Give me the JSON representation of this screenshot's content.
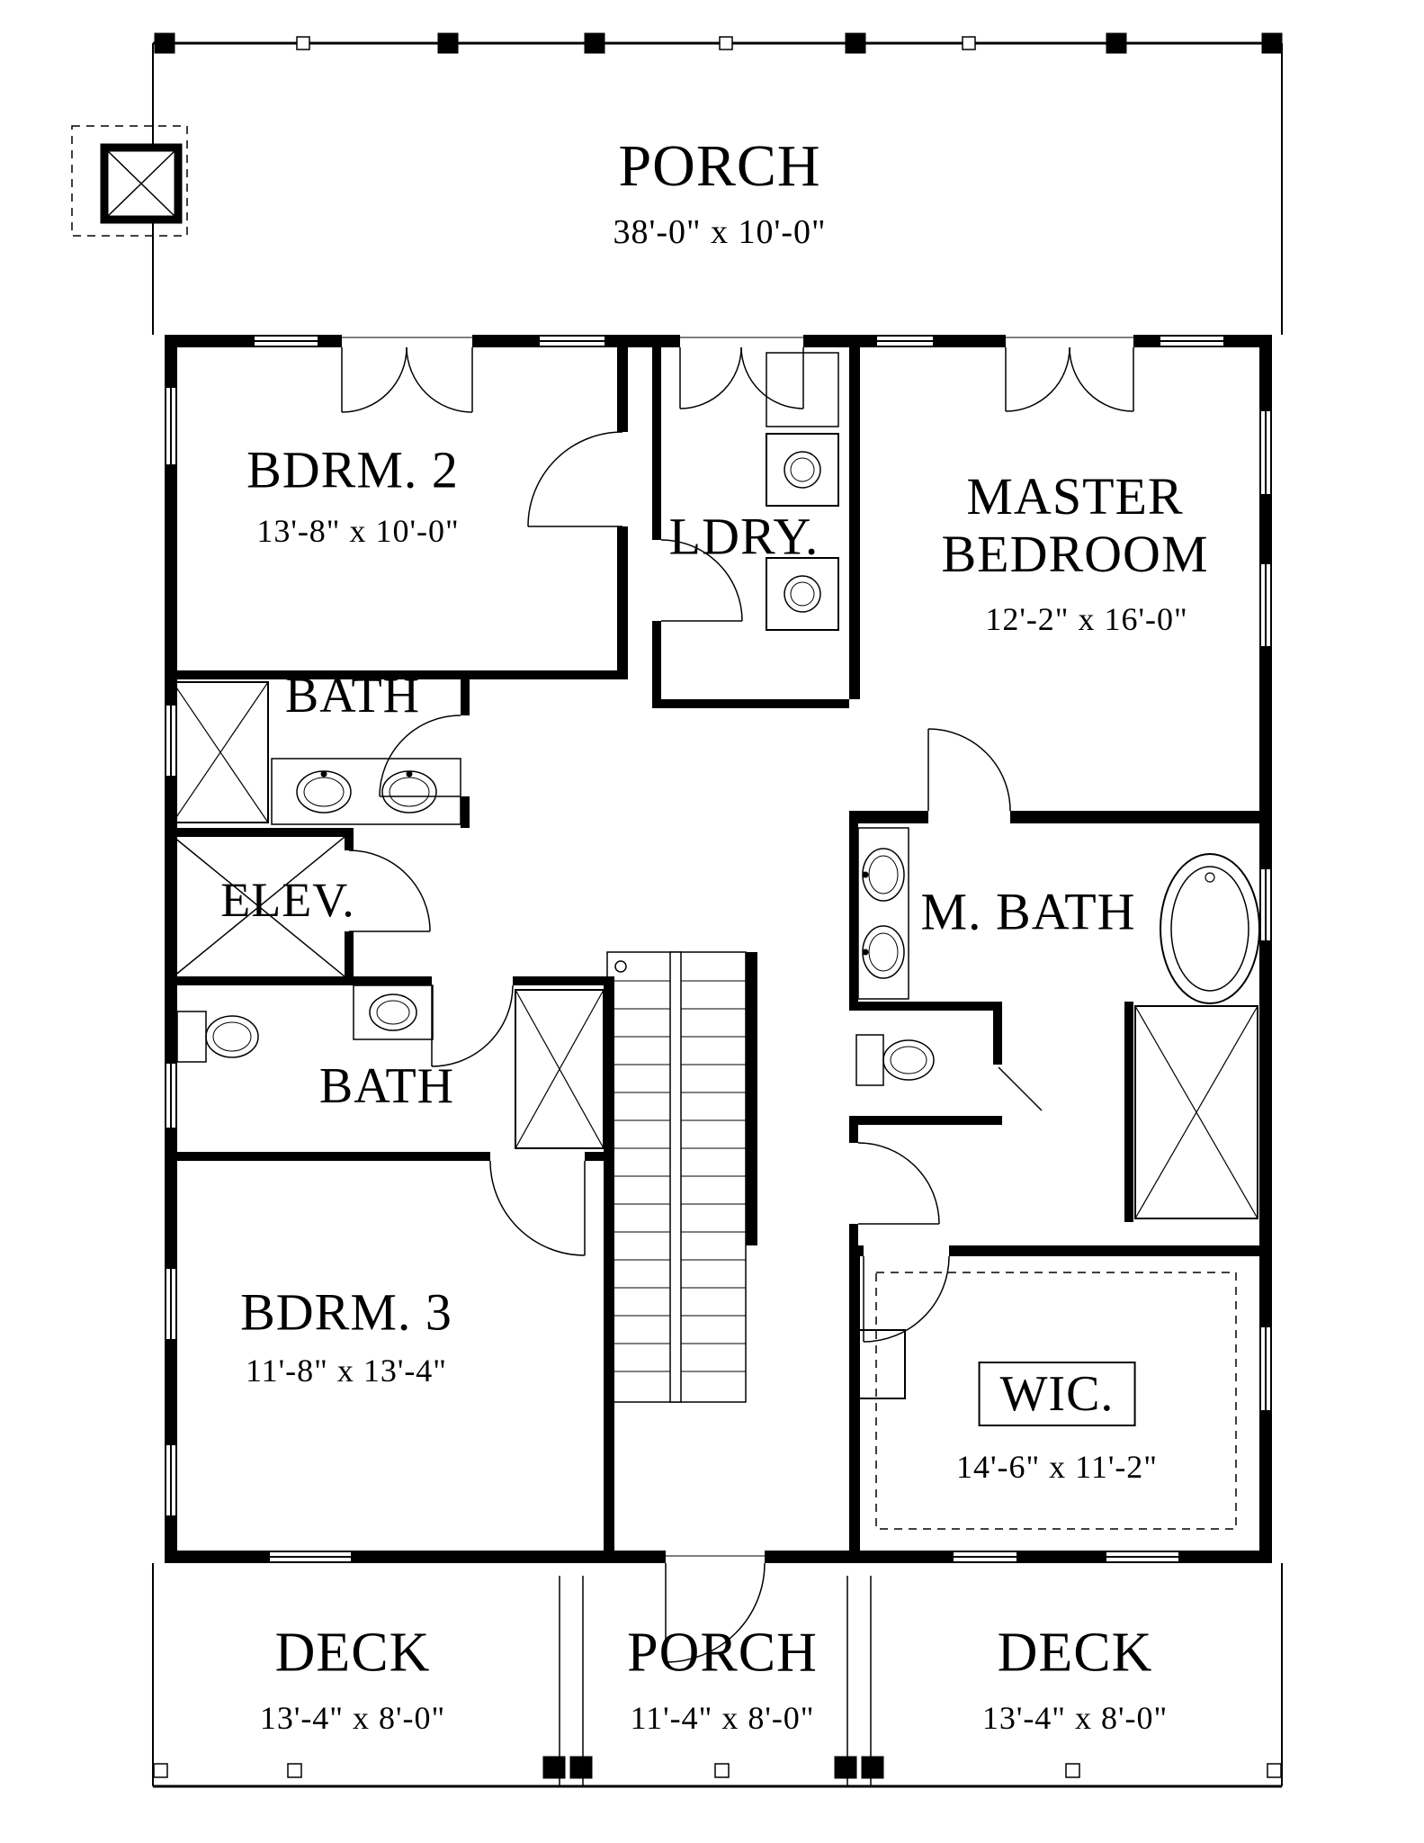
{
  "rooms": {
    "porch_top": {
      "label": "PORCH",
      "dims": "38'-0\" x 10'-0\""
    },
    "bdrm2": {
      "label": "BDRM. 2",
      "dims": "13'-8\" x 10'-0\""
    },
    "ldry": {
      "label": "LDRY."
    },
    "master": {
      "line1": "MASTER",
      "line2": "BEDROOM",
      "dims": "12'-2\" x 16'-0\""
    },
    "bath_upper": {
      "label": "BATH"
    },
    "elev": {
      "label": "ELEV."
    },
    "mbath": {
      "label": "M. BATH"
    },
    "bath_lower": {
      "label": "BATH"
    },
    "bdrm3": {
      "label": "BDRM. 3",
      "dims": "11'-8\" x 13'-4\""
    },
    "wic": {
      "label": "WIC.",
      "dims": "14'-6\" x 11'-2\""
    },
    "deck_left": {
      "label": "DECK",
      "dims": "13'-4\" x 8'-0\""
    },
    "porch_bottom": {
      "label": "PORCH",
      "dims": "11'-4\" x 8'-0\""
    },
    "deck_right": {
      "label": "DECK",
      "dims": "13'-4\" x 8'-0\""
    }
  },
  "drawing": {
    "line_color": "#000000",
    "background": "#ffffff"
  }
}
